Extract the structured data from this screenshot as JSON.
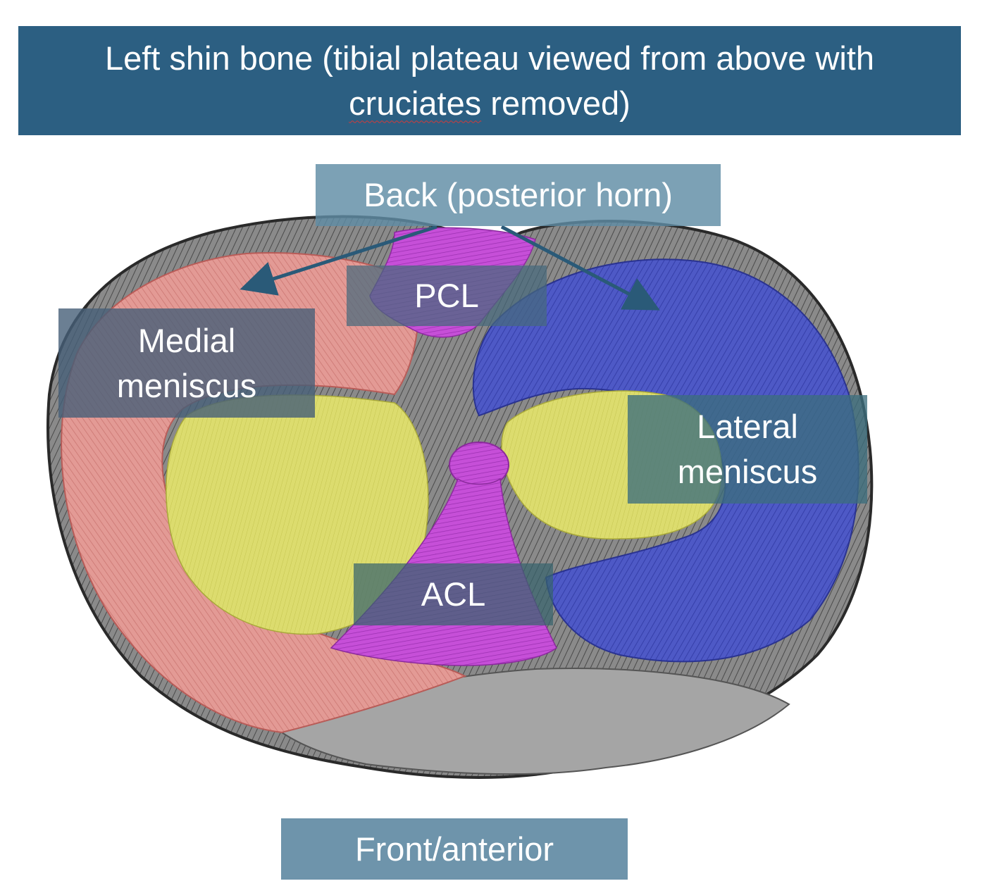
{
  "title": {
    "before": "Left shin bone (tibial plateau viewed from above with ",
    "squiggled": "cruciates",
    "after": " removed)"
  },
  "labels": {
    "back": "Back (posterior horn)",
    "pcl": "PCL",
    "medial_line1": "Medial",
    "medial_line2": "meniscus",
    "lateral_line1": "Lateral",
    "lateral_line2": "meniscus",
    "acl": "ACL",
    "front": "Front/anterior"
  },
  "colors": {
    "banner": "#2c5f82",
    "medial_meniscus": "#e08a86",
    "lateral_meniscus": "#4a55c4",
    "cartilage": "#d8d86a",
    "ligaments": "#c34fd6",
    "bone": "#7a7a7a",
    "arrows": "#2a5a78"
  }
}
